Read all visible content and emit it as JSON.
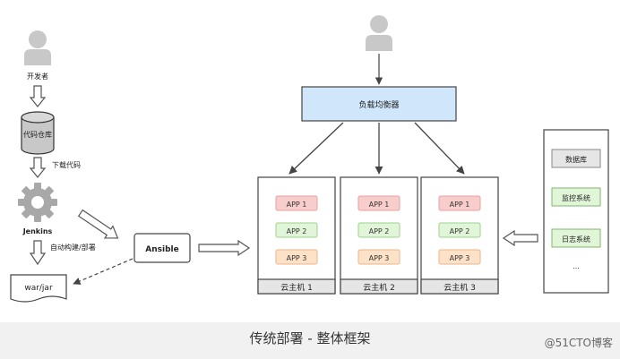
{
  "developer": {
    "label": "开发者"
  },
  "repo": {
    "label": "代码仓库"
  },
  "steps": {
    "download": "下载代码",
    "build_deploy": "自动构建/部署"
  },
  "jenkins": {
    "label": "Jenkins"
  },
  "artifact": {
    "label": "war/jar"
  },
  "ansible": {
    "label": "Ansible"
  },
  "load_balancer": {
    "label": "负载均衡器"
  },
  "hosts": [
    {
      "label": "云主机 1",
      "apps": [
        "APP 1",
        "APP 2",
        "APP 3"
      ]
    },
    {
      "label": "云主机 2",
      "apps": [
        "APP 1",
        "APP 2",
        "APP 3"
      ]
    },
    {
      "label": "云主机 3",
      "apps": [
        "APP 1",
        "APP 2",
        "APP 3"
      ]
    }
  ],
  "services": {
    "items": [
      "数据库",
      "监控系统",
      "日志系统"
    ],
    "more": "..."
  },
  "caption": "传统部署 - 整体框架",
  "watermark": "@51CTO博客",
  "colors": {
    "app1": "#f8cecc",
    "app1_border": "#e8a0a0",
    "app2": "#e1f5d8",
    "app2_border": "#9fd18e",
    "app3": "#fde2c8",
    "app3_border": "#eab68a",
    "lb": "#d0e7fb",
    "lb_border": "#6a9fd0",
    "svc_gray": "#e6e6e6",
    "svc_green": "#e1f5d8"
  }
}
